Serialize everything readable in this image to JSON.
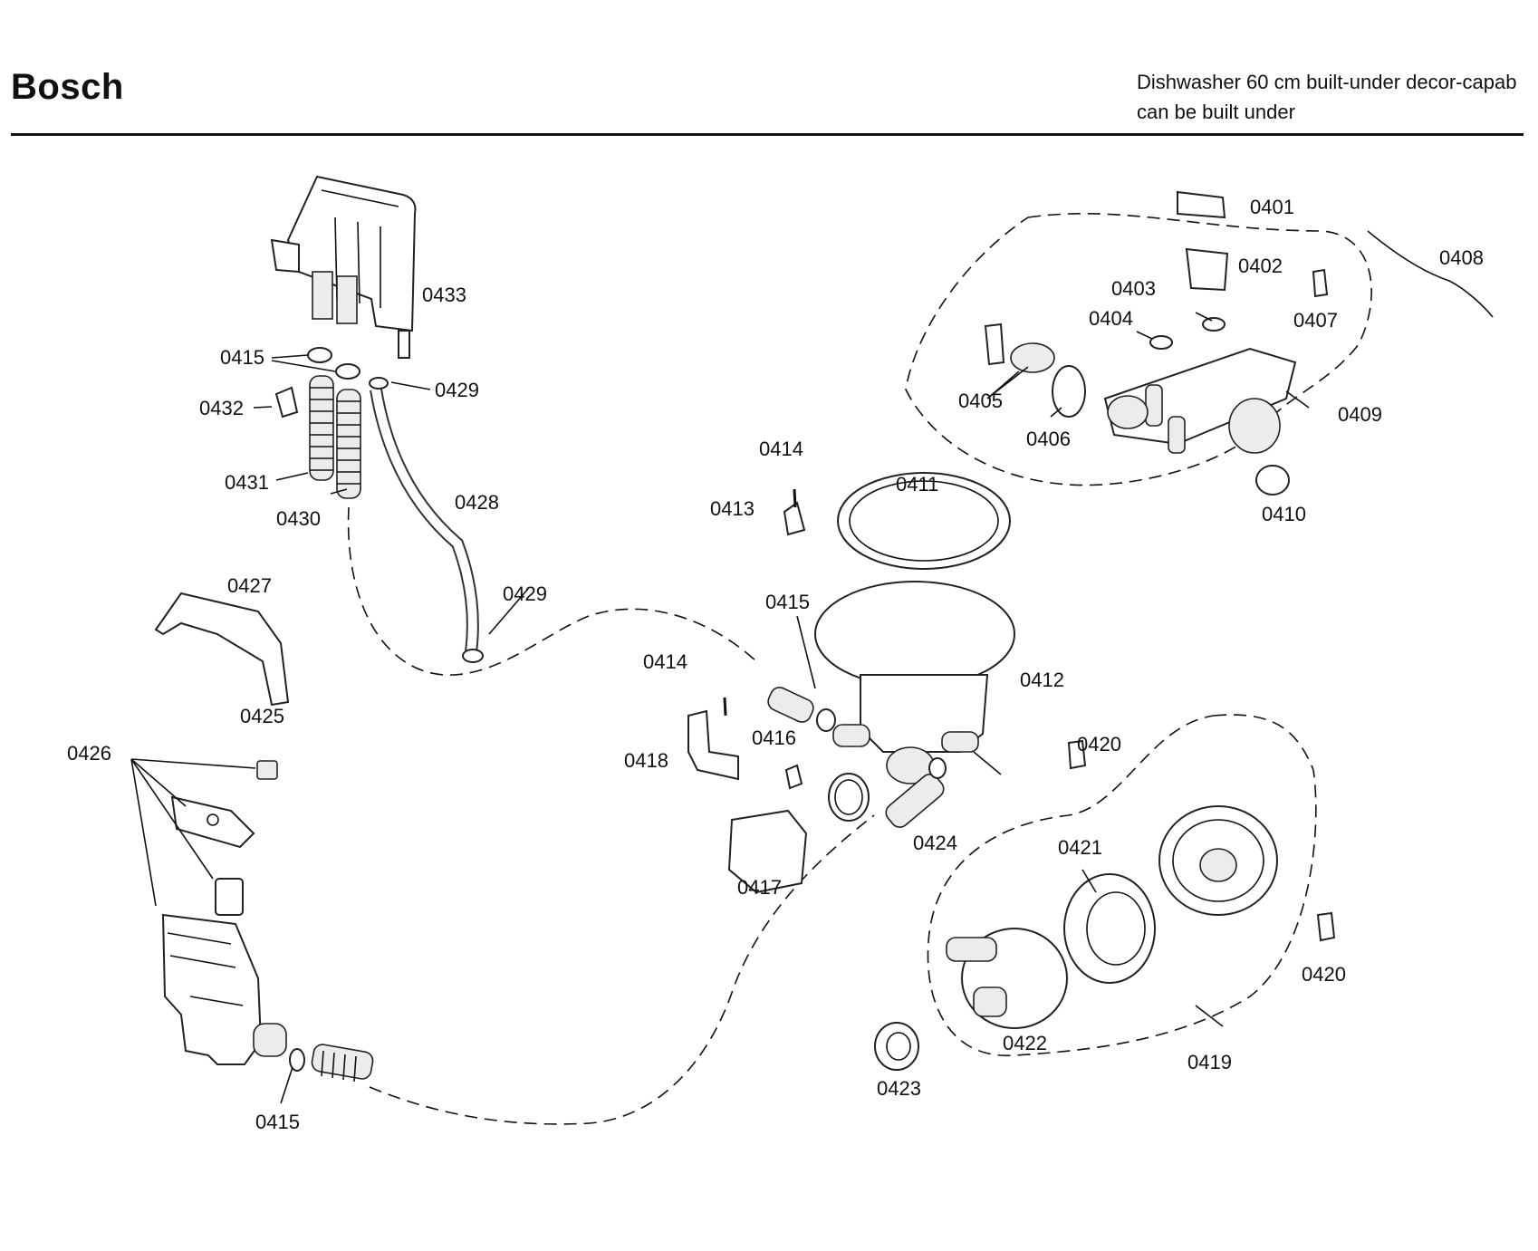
{
  "header": {
    "brand": "Bosch",
    "subtitle_line1": "Dishwasher 60 cm built-under decor-capab",
    "subtitle_line2": "can be built under"
  },
  "callouts": {
    "c0401": "0401",
    "c0402": "0402",
    "c0403": "0403",
    "c0404": "0404",
    "c0405": "0405",
    "c0406": "0406",
    "c0407": "0407",
    "c0408": "0408",
    "c0409": "0409",
    "c0410": "0410",
    "c0411": "0411",
    "c0412": "0412",
    "c0413": "0413",
    "c0414a": "0414",
    "c0414b": "0414",
    "c0415a": "0415",
    "c0415b": "0415",
    "c0415c": "0415",
    "c0416": "0416",
    "c0417": "0417",
    "c0418": "0418",
    "c0419": "0419",
    "c0420a": "0420",
    "c0420b": "0420",
    "c0421": "0421",
    "c0422": "0422",
    "c0423": "0423",
    "c0424": "0424",
    "c0425": "0425",
    "c0426": "0426",
    "c0427": "0427",
    "c0428": "0428",
    "c0429a": "0429",
    "c0429b": "0429",
    "c0430": "0430",
    "c0431": "0431",
    "c0432": "0432",
    "c0433": "0433"
  }
}
